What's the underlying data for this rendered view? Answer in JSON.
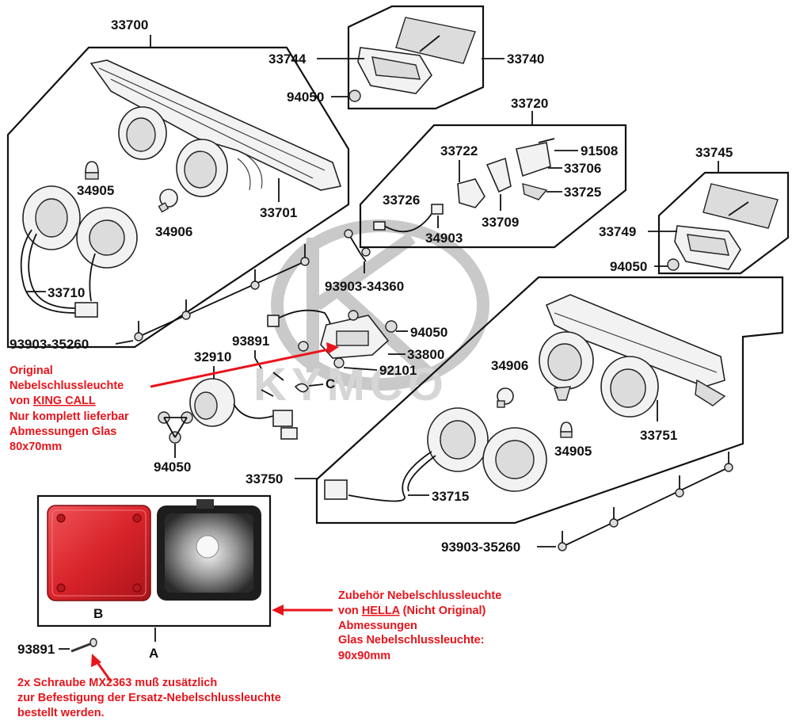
{
  "labels": {
    "p33700": "33700",
    "p33744": "33744",
    "p33740": "33740",
    "p94050_a": "94050",
    "p33720": "33720",
    "p33722": "33722",
    "p91508": "91508",
    "p33706": "33706",
    "p33725": "33725",
    "p33726": "33726",
    "p33709": "33709",
    "p34903": "34903",
    "p33745": "33745",
    "p33749": "33749",
    "p94050_b": "94050",
    "p34905_a": "34905",
    "p34906_a": "34906",
    "p33701": "33701",
    "p33710": "33710",
    "p93903_34360": "93903-34360",
    "p93903_35260_a": "93903-35260",
    "p93891_a": "93891",
    "p94050_c": "94050",
    "p32910": "32910",
    "p33800": "33800",
    "p92101": "92101",
    "pC": "C",
    "p94050_d": "94050",
    "p34906_b": "34906",
    "p34905_b": "34905",
    "p33751": "33751",
    "p33750": "33750",
    "p33715": "33715",
    "p93903_35260_b": "93903-35260",
    "pB": "B",
    "pA": "A",
    "p93891_b": "93891"
  },
  "notes": {
    "original": [
      "Original",
      "Nebelschlussleuchte",
      "von ",
      "KING CALL",
      "Nur komplett lieferbar",
      "Abmessungen Glas",
      "80x70mm"
    ],
    "hella": [
      "Zubehör Nebelschlussleuchte",
      "von ",
      "HELLA",
      " (Nicht Original)",
      "Abmessungen",
      "Glas Nebelschlussleuchte:",
      "90x90mm"
    ],
    "screw": [
      "2x Schraube MX2363 muß zusätzlich",
      "zur Befestigung der Ersatz-Nebelschlussleuchte",
      "bestellt werden."
    ]
  },
  "watermark": "KYMCO",
  "colors": {
    "note_red": "#e8141b",
    "line": "#111111",
    "lens_red": "#d8242a"
  }
}
